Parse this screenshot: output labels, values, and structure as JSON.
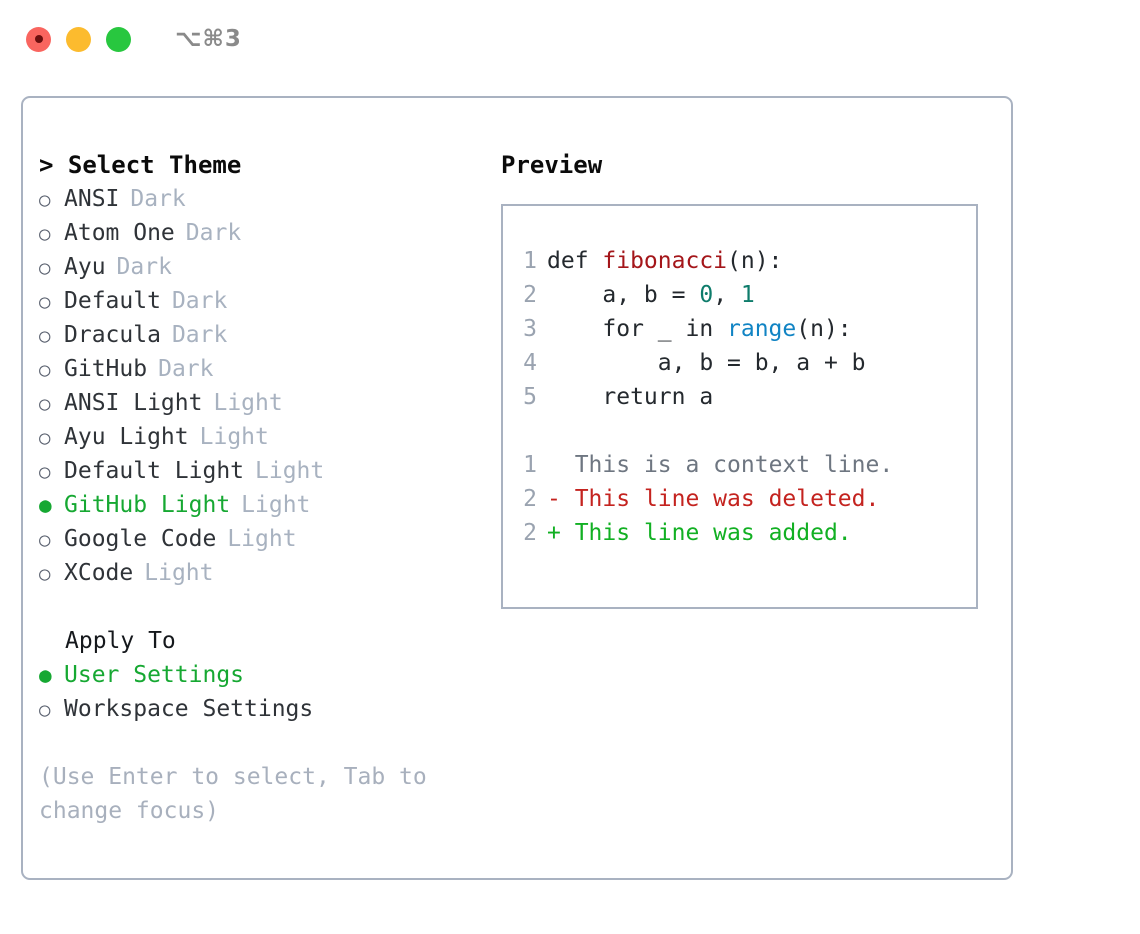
{
  "titlebar": {
    "shortcut": "⌥⌘3",
    "lights": [
      "close-red",
      "minimize-amber",
      "maximize-green"
    ]
  },
  "theme_picker": {
    "header": "> Select Theme",
    "items": [
      {
        "marker": "○",
        "name": "ANSI",
        "tag": "Dark",
        "selected": false
      },
      {
        "marker": "○",
        "name": "Atom One",
        "tag": "Dark",
        "selected": false
      },
      {
        "marker": "○",
        "name": "Ayu",
        "tag": "Dark",
        "selected": false
      },
      {
        "marker": "○",
        "name": "Default",
        "tag": "Dark",
        "selected": false
      },
      {
        "marker": "○",
        "name": "Dracula",
        "tag": "Dark",
        "selected": false
      },
      {
        "marker": "○",
        "name": "GitHub",
        "tag": "Dark",
        "selected": false
      },
      {
        "marker": "○",
        "name": "ANSI Light",
        "tag": "Light",
        "selected": false
      },
      {
        "marker": "○",
        "name": "Ayu Light",
        "tag": "Light",
        "selected": false
      },
      {
        "marker": "○",
        "name": "Default Light",
        "tag": "Light",
        "selected": false
      },
      {
        "marker": "●",
        "name": "GitHub Light",
        "tag": "Light",
        "selected": true
      },
      {
        "marker": "○",
        "name": "Google Code",
        "tag": "Light",
        "selected": false
      },
      {
        "marker": "○",
        "name": "XCode",
        "tag": "Light",
        "selected": false
      }
    ]
  },
  "apply_to": {
    "header": "Apply To",
    "items": [
      {
        "marker": "●",
        "name": "User Settings",
        "selected": true
      },
      {
        "marker": "○",
        "name": "Workspace Settings",
        "selected": false
      }
    ]
  },
  "help": {
    "text": "(Use Enter to select, Tab to change focus)"
  },
  "preview": {
    "title": "Preview",
    "code": [
      {
        "lineno": "1",
        "marker": "",
        "segments": [
          {
            "text": "def ",
            "style": "kw"
          },
          {
            "text": "fibonacci",
            "style": "fn"
          },
          {
            "text": "(n):",
            "style": "kw"
          }
        ]
      },
      {
        "lineno": "2",
        "marker": "",
        "segments": [
          {
            "text": "    a, b = ",
            "style": "kw"
          },
          {
            "text": "0",
            "style": "num"
          },
          {
            "text": ", ",
            "style": "kw"
          },
          {
            "text": "1",
            "style": "num"
          }
        ]
      },
      {
        "lineno": "3",
        "marker": "",
        "segments": [
          {
            "text": "    for _ in ",
            "style": "kw"
          },
          {
            "text": "range",
            "style": "builtin"
          },
          {
            "text": "(n):",
            "style": "kw"
          }
        ]
      },
      {
        "lineno": "4",
        "marker": "",
        "segments": [
          {
            "text": "        a, b = b, a + b",
            "style": "kw"
          }
        ]
      },
      {
        "lineno": "5",
        "marker": "",
        "segments": [
          {
            "text": "    return a",
            "style": "kw"
          }
        ]
      }
    ],
    "diff": [
      {
        "lineno": "1",
        "marker": "  ",
        "text": "This is a context line.",
        "style": "ctx"
      },
      {
        "lineno": "2",
        "marker": "- ",
        "text": "This line was deleted.",
        "style": "del"
      },
      {
        "lineno": "2",
        "marker": "+ ",
        "text": "This line was added.",
        "style": "add"
      }
    ]
  },
  "colors": {
    "selected_green": "#16a832",
    "tag_gray": "#a8b2c0",
    "border": "#a9b2c1",
    "diff_added": "#12b023",
    "diff_deleted": "#c4231f",
    "function_name": "#a4161a",
    "number": "#0e7c6b",
    "builtin": "#1184c4"
  }
}
